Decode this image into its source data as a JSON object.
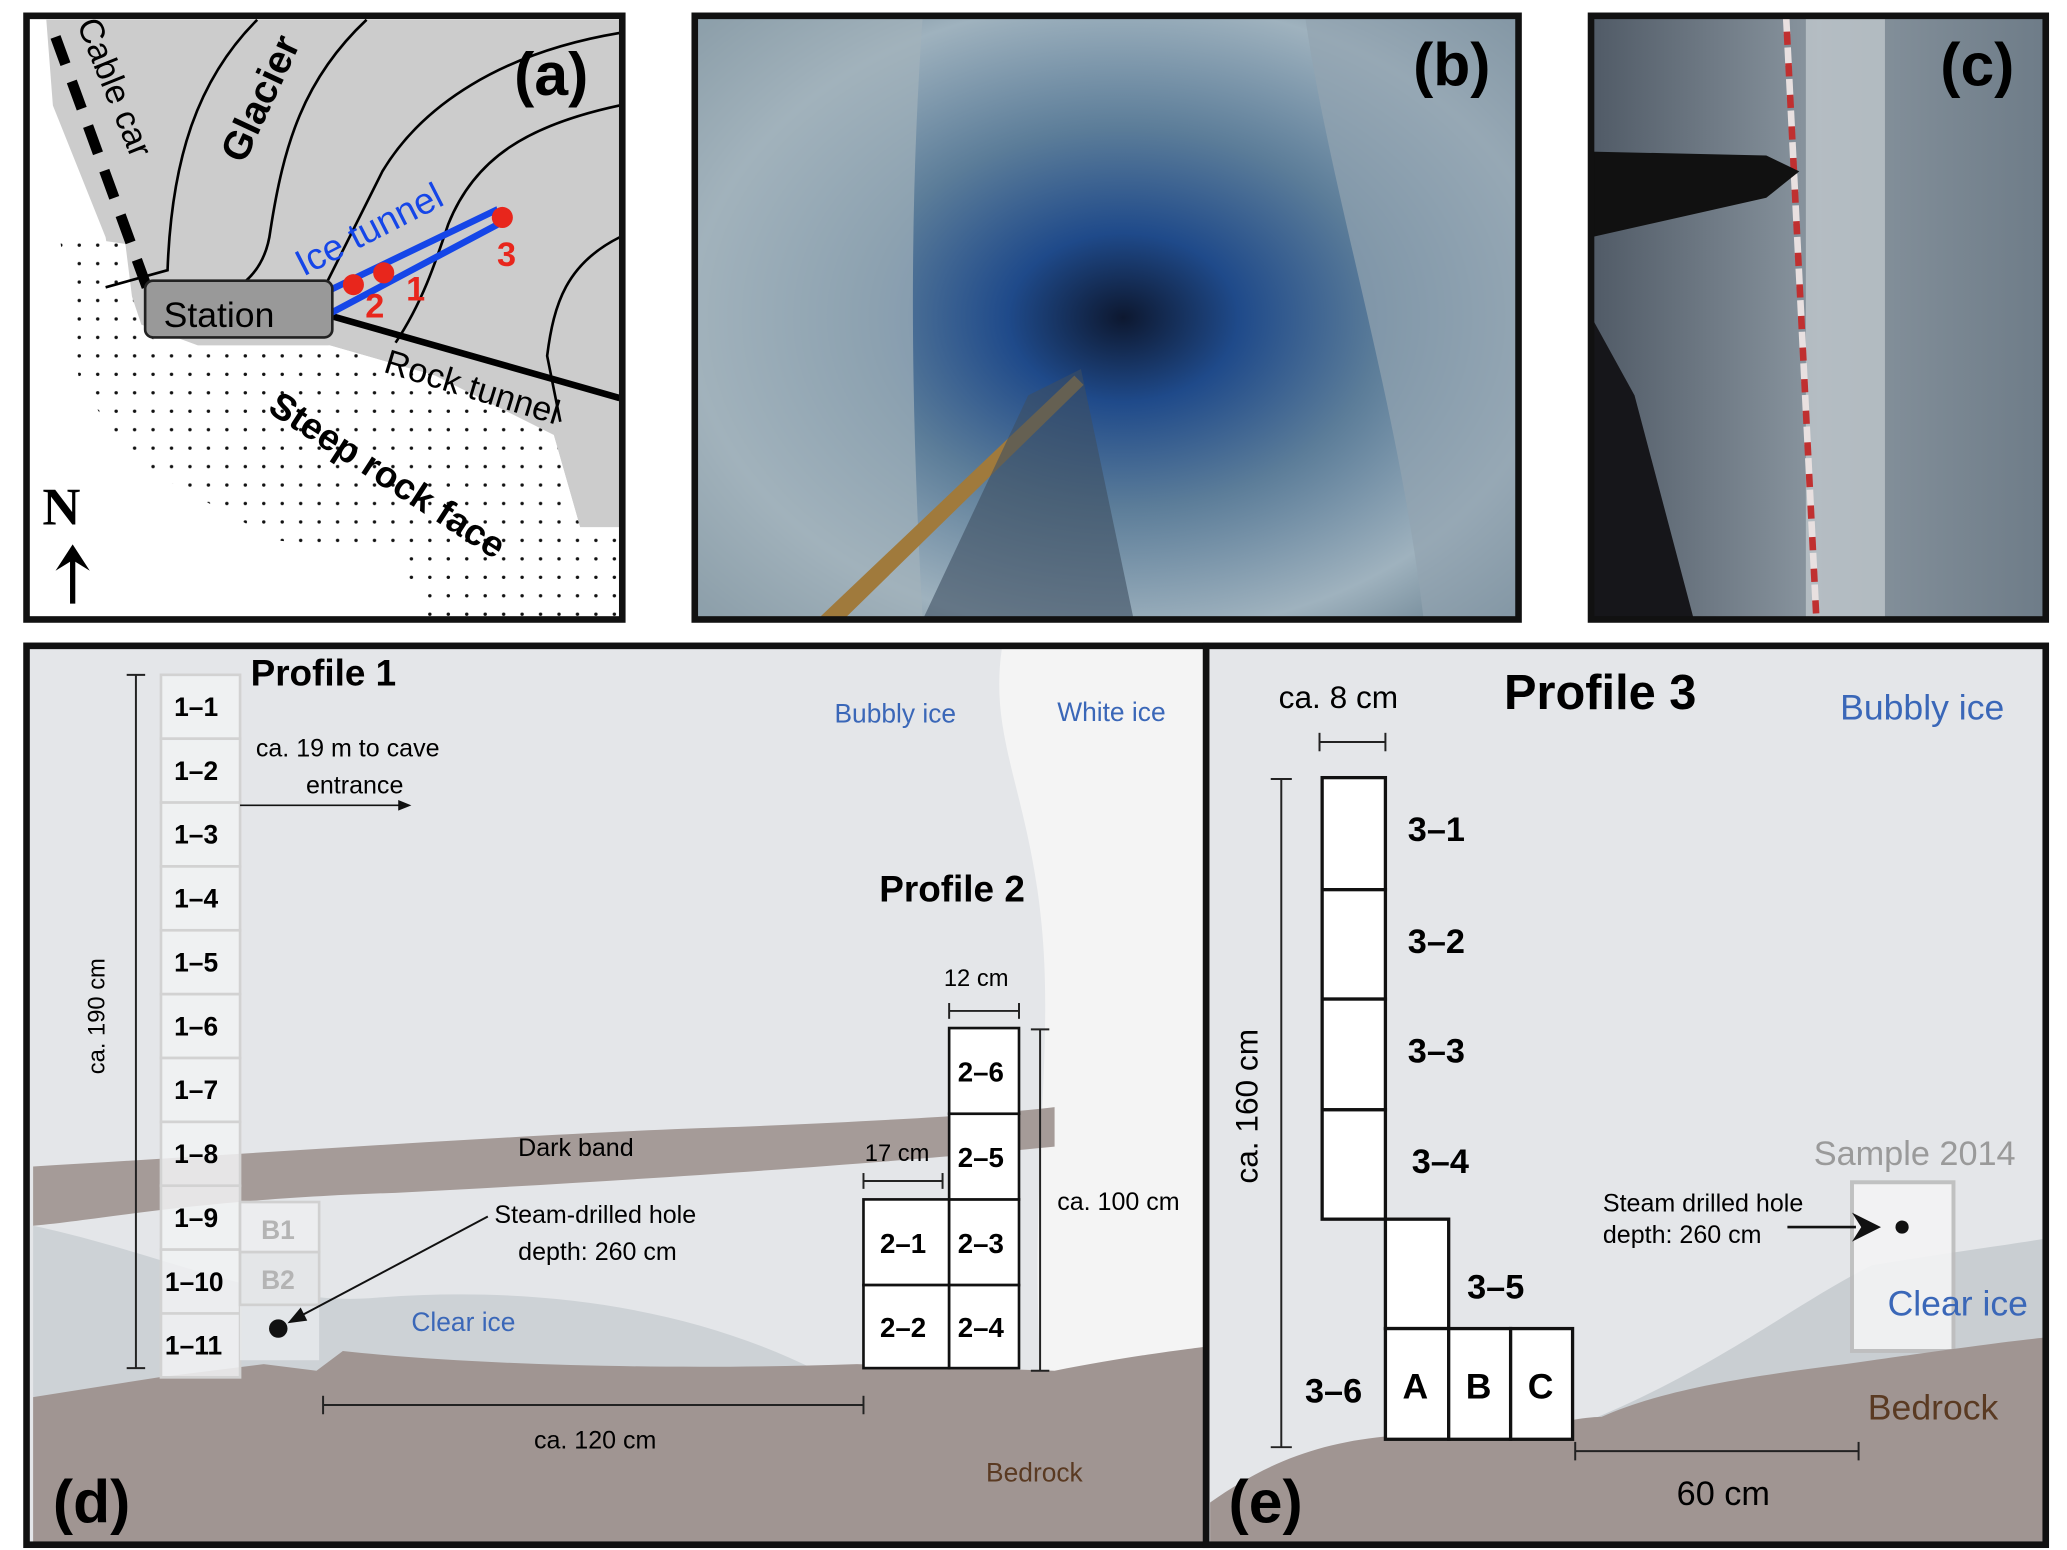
{
  "panel_a": {
    "label": "(a)",
    "cable_car": "Cable car",
    "glacier": "Glacier",
    "ice_tunnel": "Ice tunnel",
    "station": "Station",
    "rock_tunnel": "Rock tunnel",
    "steep_rock_face": "Steep rock face",
    "north": "N",
    "sites": [
      "1",
      "2",
      "3"
    ]
  },
  "panel_b": {
    "label": "(b)"
  },
  "panel_c": {
    "label": "(c)"
  },
  "panel_d": {
    "label": "(d)",
    "profile1_title": "Profile 1",
    "profile1_samples": [
      "1–1",
      "1–2",
      "1–3",
      "1–4",
      "1–5",
      "1–6",
      "1–7",
      "1–8",
      "1–9",
      "1–10",
      "1–11"
    ],
    "blocks": [
      "B1",
      "B2"
    ],
    "height_190": "ca. 190 cm",
    "cave_entrance_1": "ca. 19 m to cave",
    "cave_entrance_2": "entrance",
    "bubbly_ice": "Bubbly ice",
    "white_ice": "White ice",
    "profile2_title": "Profile 2",
    "width_12": "12 cm",
    "width_17": "17 cm",
    "height_100": "ca. 100 cm",
    "profile2_samples": [
      "2–1",
      "2–2",
      "2–3",
      "2–4",
      "2–5",
      "2–6"
    ],
    "dark_band": "Dark band",
    "hole_1": "Steam-drilled hole",
    "hole_2": "depth: 260 cm",
    "clear_ice": "Clear ice",
    "distance_120": "ca. 120 cm",
    "bedrock": "Bedrock"
  },
  "panel_e": {
    "label": "(e)",
    "width_8": "ca. 8 cm",
    "profile3_title": "Profile 3",
    "bubbly_ice": "Bubbly ice",
    "height_160": "ca. 160 cm",
    "profile3_samples": [
      "3–1",
      "3–2",
      "3–3",
      "3–4",
      "3–5",
      "3–6"
    ],
    "subsamples": [
      "A",
      "B",
      "C"
    ],
    "sample_2014": "Sample 2014",
    "hole_1": "Steam drilled hole",
    "hole_2": "depth: 260 cm",
    "clear_ice": "Clear ice",
    "bedrock": "Bedrock",
    "distance_60": "60 cm"
  }
}
